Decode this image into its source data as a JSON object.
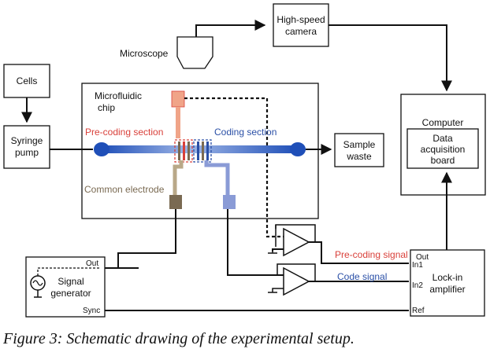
{
  "boxes": {
    "cells": "Cells",
    "syringe_line1": "Syringe",
    "syringe_line2": "pump",
    "chip_line1": "Microfluidic",
    "chip_line2": "chip",
    "microscope": "Microscope",
    "camera_line1": "High-speed",
    "camera_line2": "camera",
    "waste_line1": "Sample",
    "waste_line2": "waste",
    "computer": "Computer",
    "daq_line1": "Data",
    "daq_line2": "acquisition",
    "daq_line3": "board",
    "siggen_line1": "Signal",
    "siggen_line2": "generator",
    "siggen_out": "Out",
    "siggen_sync": "Sync",
    "lockin_line1": "Lock-in",
    "lockin_line2": "amplifier",
    "lockin_out": "Out",
    "lockin_in1": "In1",
    "lockin_in2": "In2",
    "lockin_ref": "Ref"
  },
  "labels": {
    "precoding_section": "Pre-coding section",
    "coding_section": "Coding section",
    "common_electrode": "Common electrode",
    "precoding_signal": "Pre-coding signal",
    "code_signal": "Code signal"
  },
  "colors": {
    "precoding": "#d9403a",
    "coding": "#2a4fa6",
    "channel": "#1f4fb8",
    "common": "#7a6a52",
    "orange_pad": "#f0a488",
    "blue_pad": "#8a9bd6"
  },
  "caption": "Figure 3: Schematic drawing of the experimental setup."
}
